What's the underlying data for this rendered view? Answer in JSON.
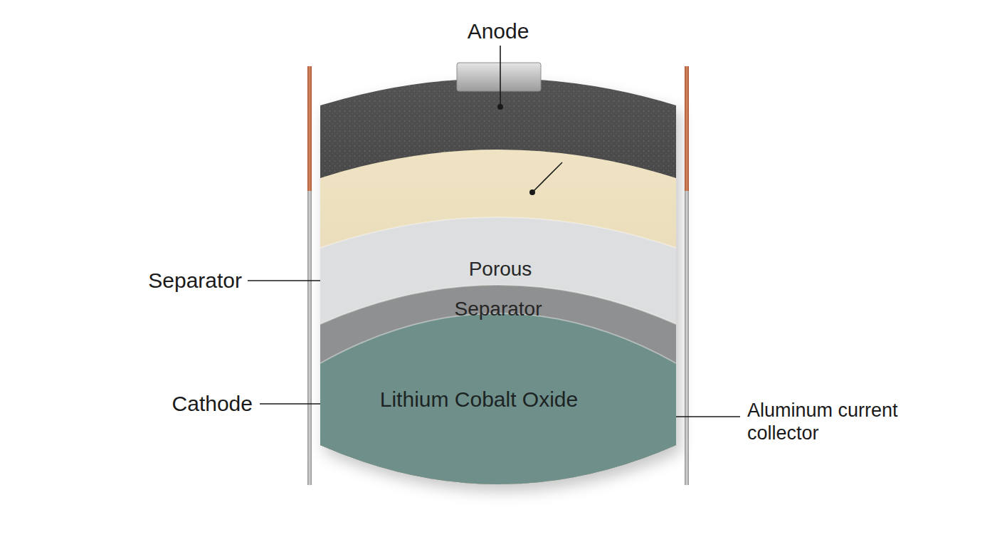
{
  "diagram": {
    "nodes": [
      {
        "text": [
          "Porous"
        ]
      },
      {
        "text": [
          "Separator"
        ]
      },
      {
        "text": [
          "Lithium Cobalt Oxide"
        ]
      }
    ],
    "labels": [
      "Anode",
      "Separator",
      "Cathode",
      "Aluminum current collector"
    ]
  }
}
